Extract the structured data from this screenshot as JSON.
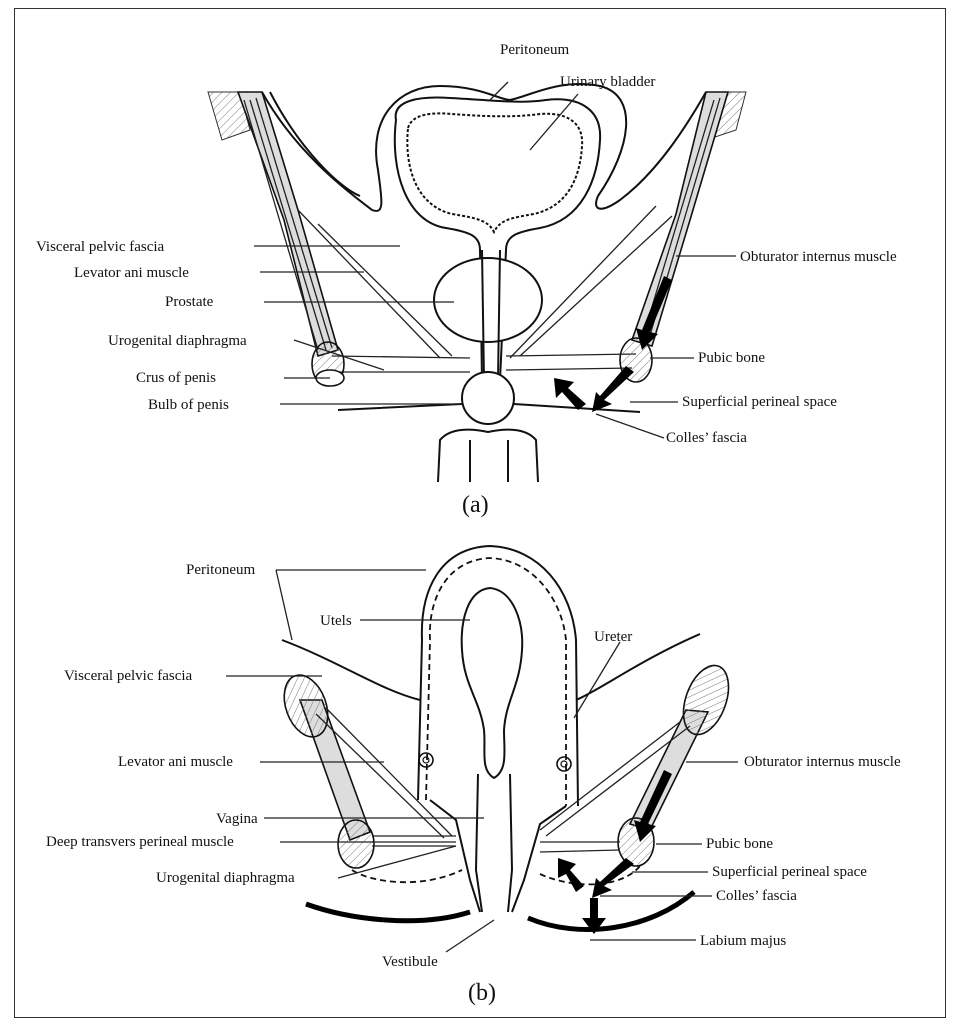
{
  "panel_a": {
    "caption": "(a)",
    "labels": {
      "peritoneum": "Peritoneum",
      "urinary_bladder": "Urinary bladder",
      "visceral_pelvic_fascia": "Visceral pelvic fascia",
      "levator_ani_muscle": "Levator ani muscle",
      "prostate": "Prostate",
      "urogenital_diaphragma": "Urogenital diaphragma",
      "crus_of_penis": "Crus of penis",
      "bulb_of_penis": "Bulb of penis",
      "obturator_internus_muscle": "Obturator internus muscle",
      "pubic_bone": "Pubic bone",
      "superficial_perineal_space": "Superficial perineal space",
      "colles_fascia": "Colles’ fascia"
    }
  },
  "panel_b": {
    "caption": "(b)",
    "labels": {
      "peritoneum": "Peritoneum",
      "utels": "Utels",
      "ureter": "Ureter",
      "visceral_pelvic_fascia": "Visceral pelvic fascia",
      "levator_ani_muscle": "Levator ani muscle",
      "obturator_internus_muscle": "Obturator internus muscle",
      "vagina": "Vagina",
      "deep_transvers_perineal_muscle": "Deep transvers perineal muscle",
      "pubic_bone": "Pubic bone",
      "urogenital_diaphragma": "Urogenital diaphragma",
      "superficial_perineal_space": "Superficial perineal space",
      "colles_fascia": "Colles’ fascia",
      "labium_majus": "Labium majus",
      "vestibule": "Vestibule"
    }
  }
}
